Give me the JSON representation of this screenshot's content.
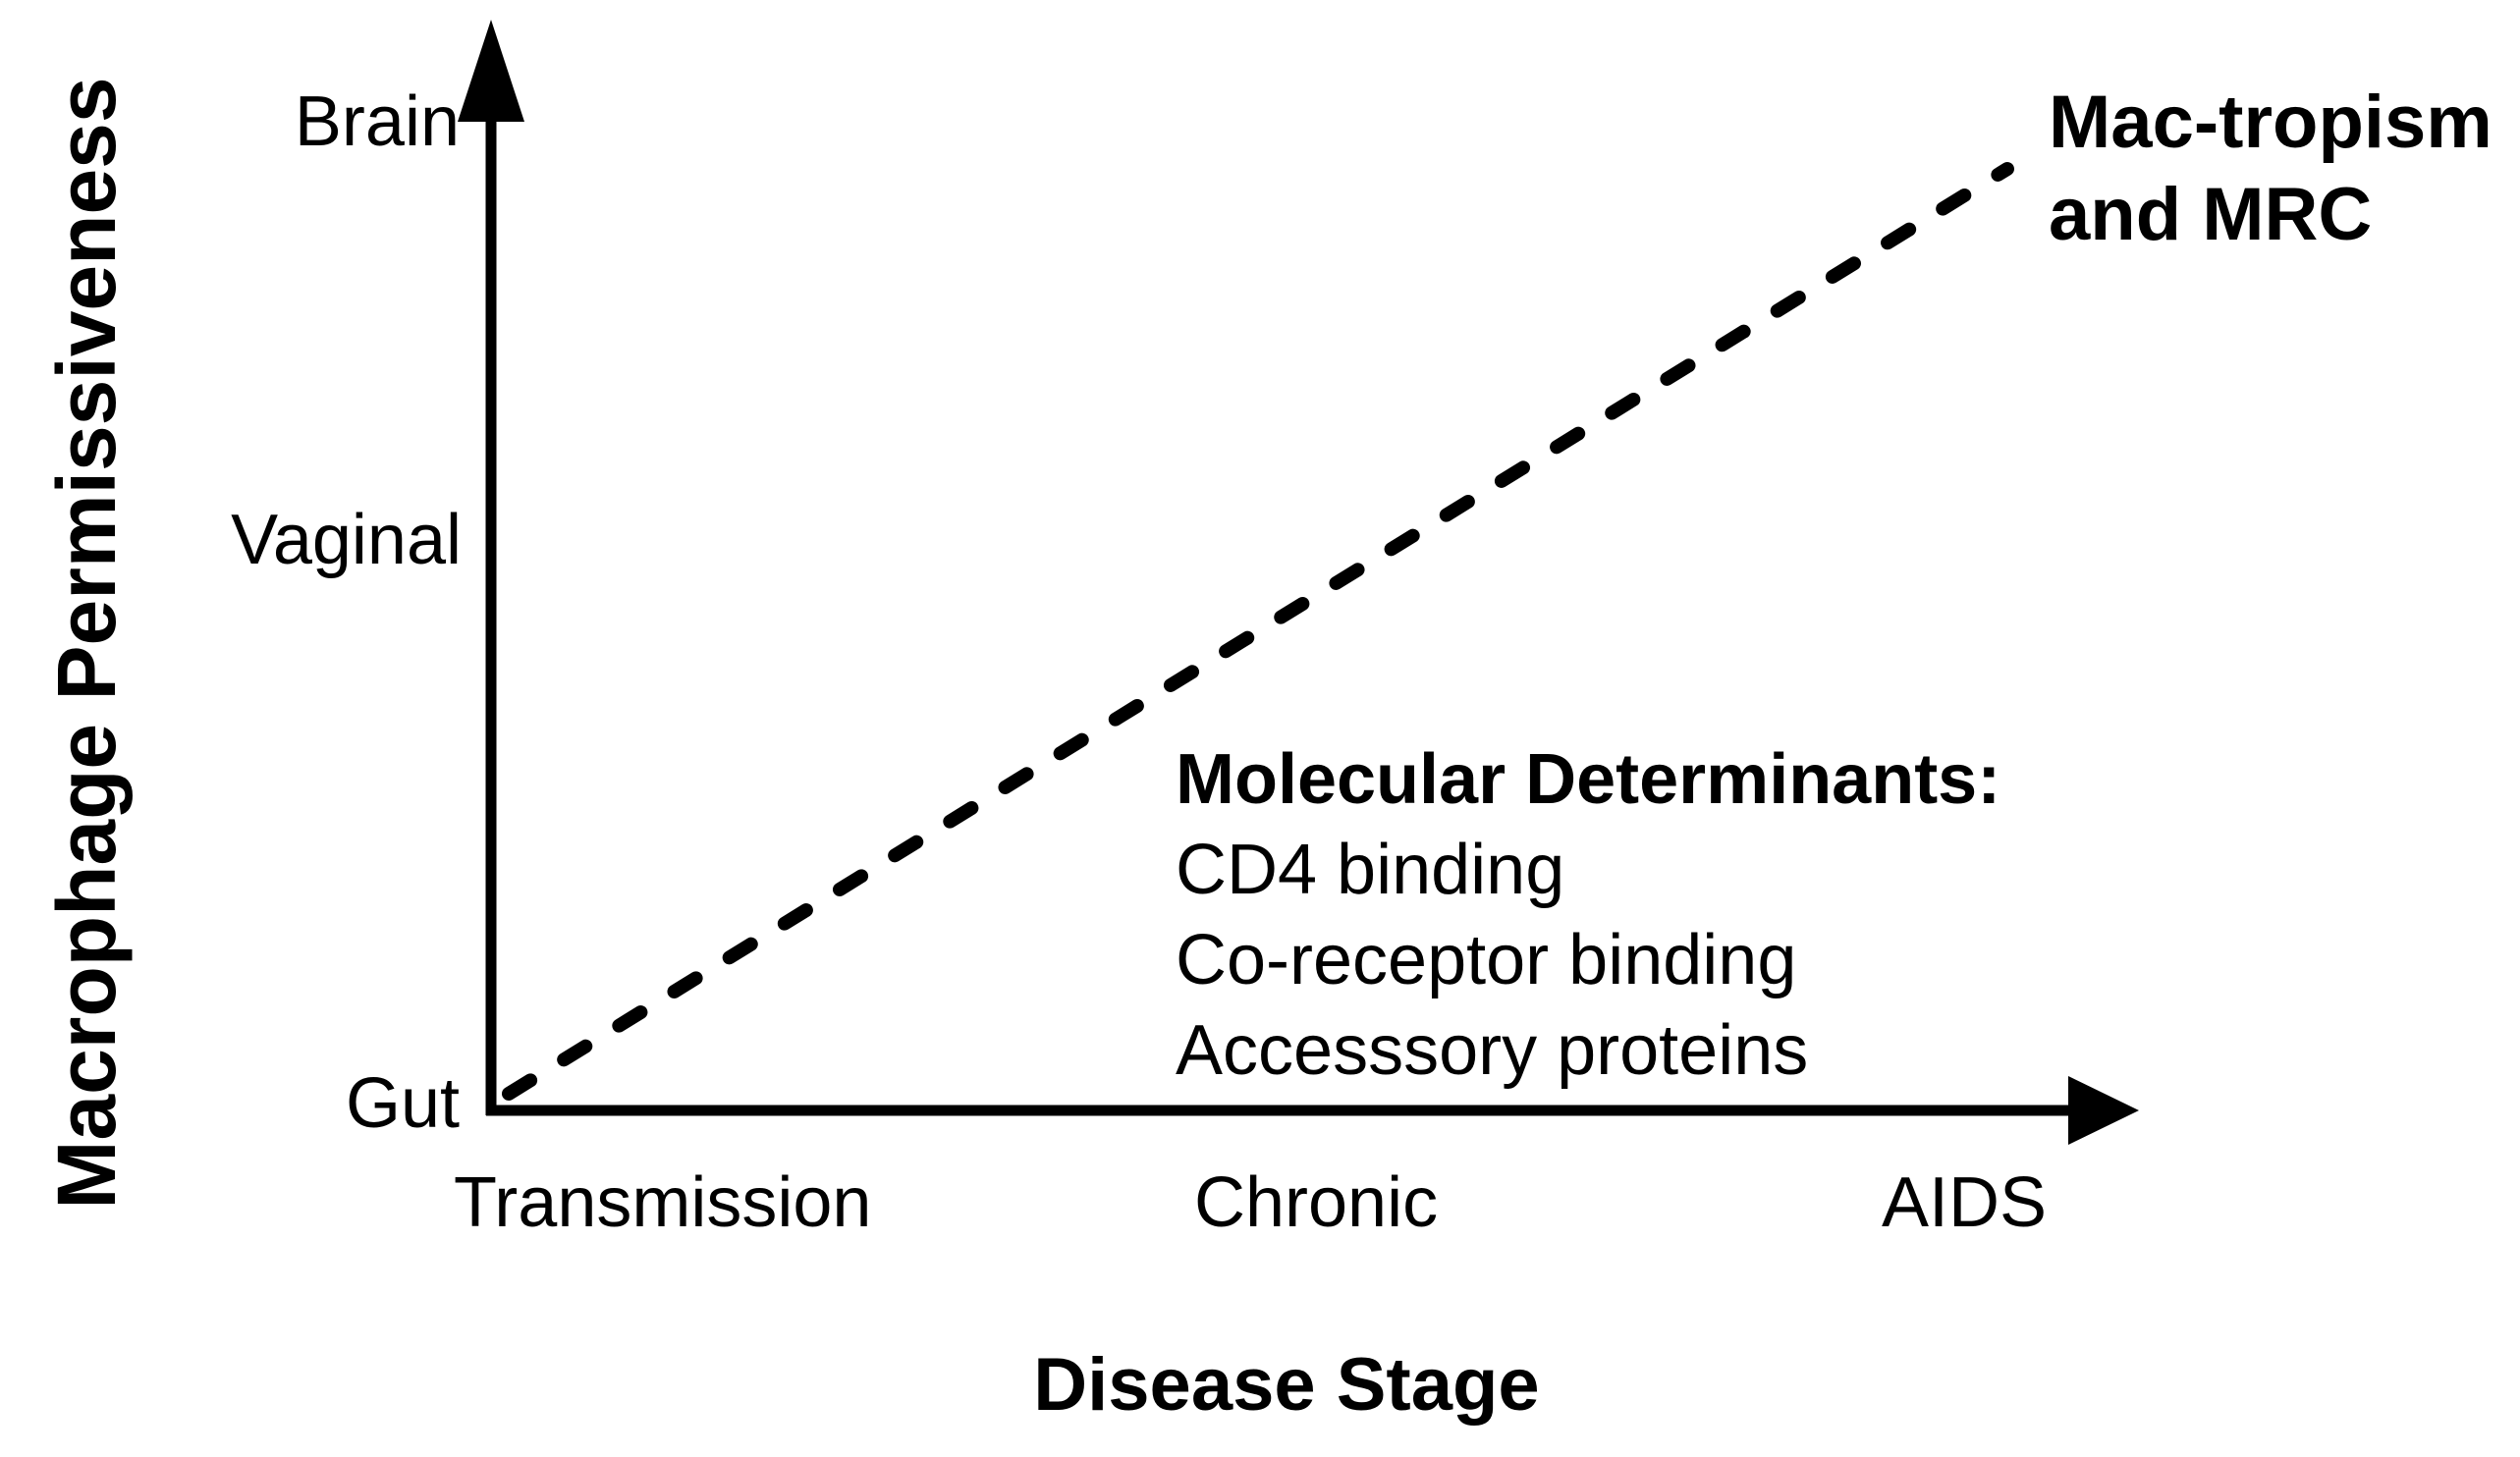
{
  "figure": {
    "background_color": "#ffffff",
    "ink_color": "#000000"
  },
  "chart_data": {
    "type": "line",
    "title": "",
    "xlabel": "Disease Stage",
    "ylabel": "Macrophage Permissiveness",
    "x_tick_labels": [
      "Transmission",
      "Chronic",
      "AIDS"
    ],
    "y_tick_labels": [
      "Gut",
      "Vaginal",
      "Brain"
    ],
    "xlim": [
      "Transmission",
      "AIDS"
    ],
    "ylim": [
      "Gut",
      "Brain"
    ],
    "grid": false,
    "legend_position": "none",
    "axis_arrows": true,
    "series": [
      {
        "name": "Mac-tropism and MRC",
        "line_style": "dashed",
        "color": "#000000",
        "x": [
          "Transmission",
          "AIDS"
        ],
        "y": [
          "Gut",
          "Brain"
        ],
        "points_fraction": [
          [
            0,
            0
          ],
          [
            1,
            1
          ]
        ],
        "trend": "linear increasing: macrophage permissiveness rises from Gut at Transmission to Brain at AIDS"
      }
    ],
    "annotations": [
      "Mac-tropism and MRC",
      "Molecular Determinants:",
      "CD4 binding",
      "Co-receptor binding",
      "Accesssory proteins"
    ]
  },
  "trend_label": {
    "line1": "Mac-tropism",
    "line2": "and MRC"
  },
  "determinants": {
    "heading": "Molecular Determinants:",
    "items": [
      "CD4 binding",
      "Co-receptor binding",
      "Accesssory proteins"
    ]
  }
}
